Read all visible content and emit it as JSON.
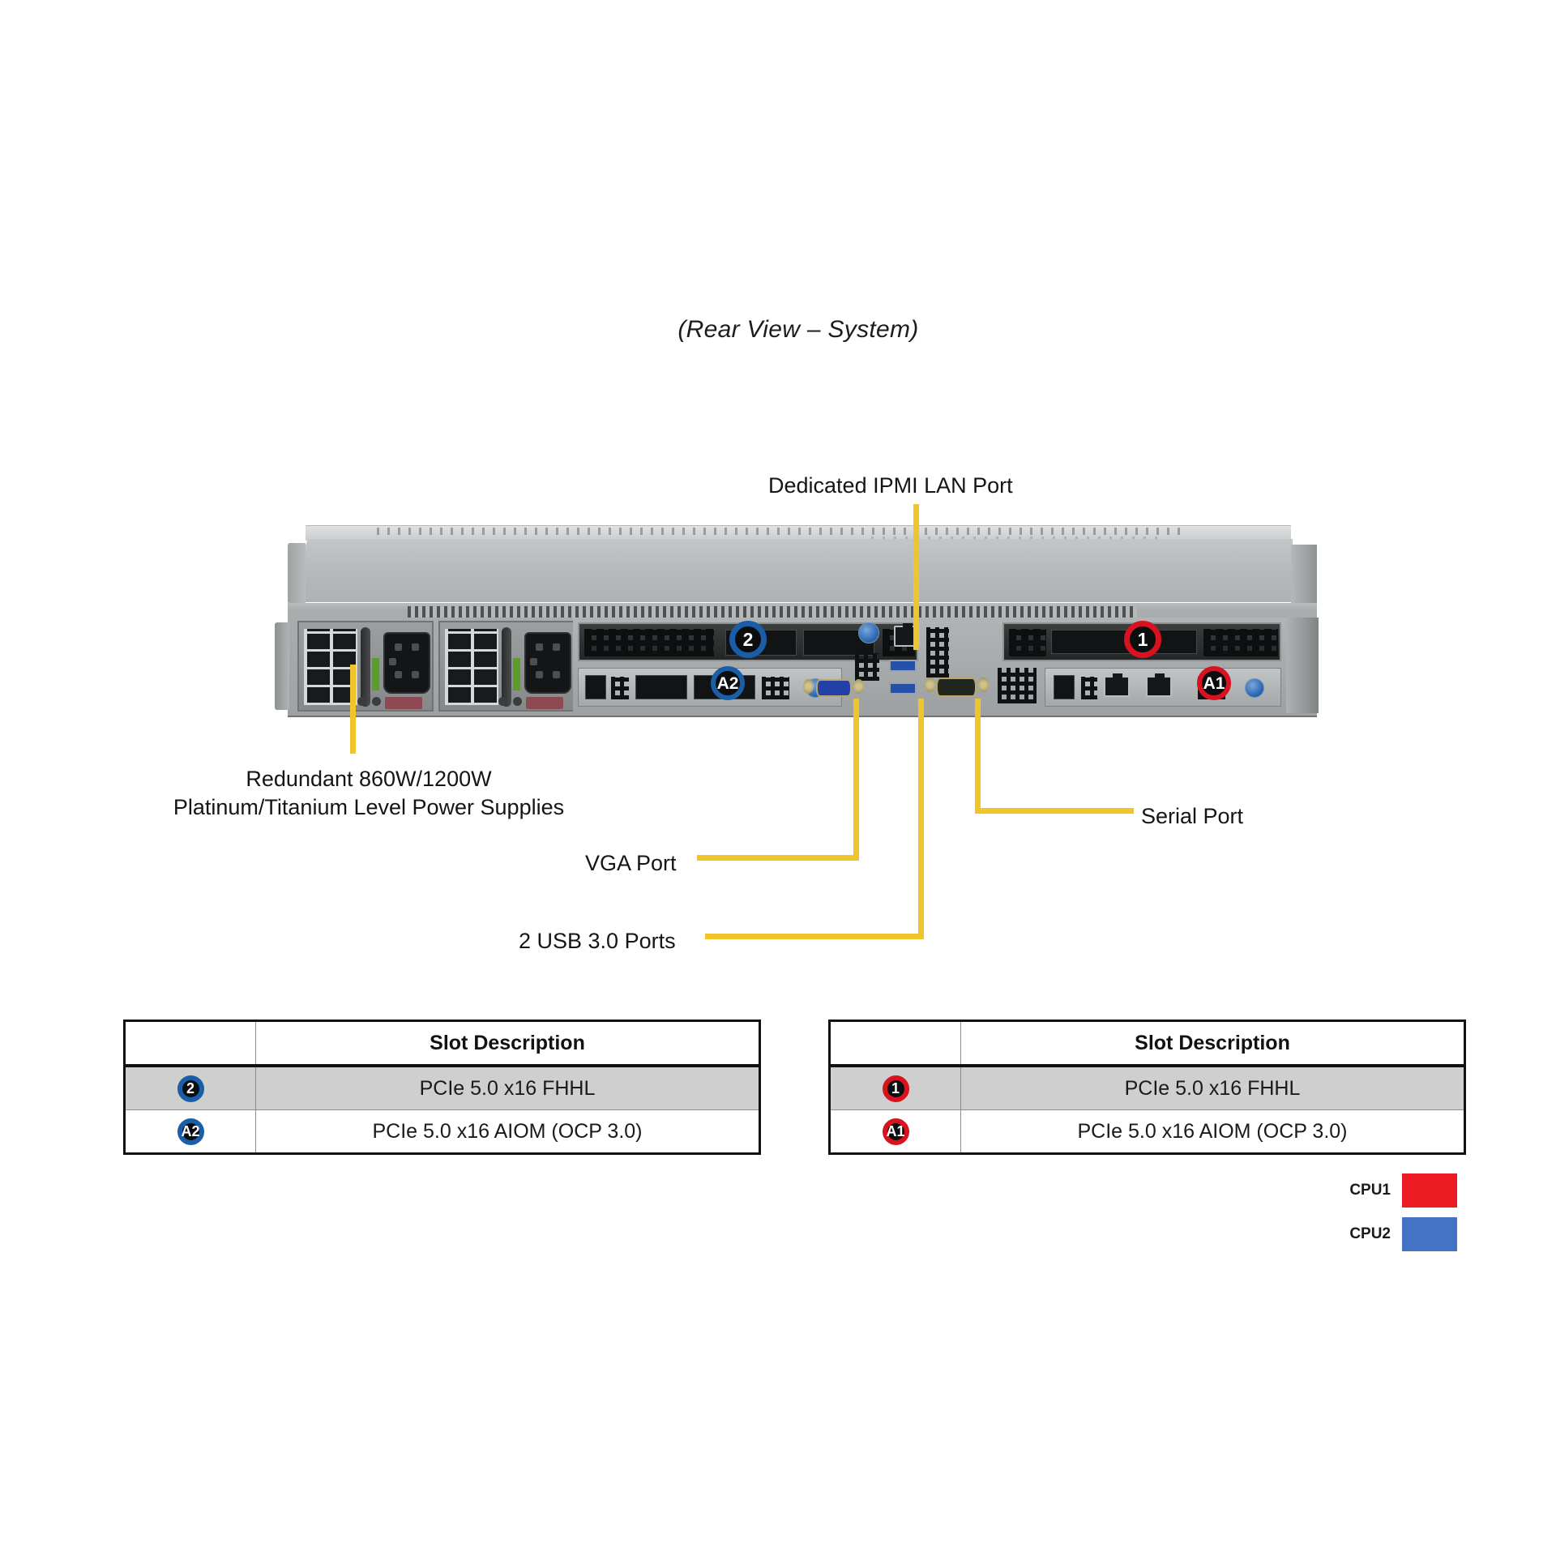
{
  "title": "(Rear View – System)",
  "callouts": {
    "ipmi": "Dedicated IPMI  LAN Port",
    "psu_line1": "Redundant  860W/1200W",
    "psu_line2": "Platinum/Titanium  Level Power Supplies",
    "serial": "Serial Port",
    "vga": "VGA Port",
    "usb": "2 USB 3.0 Ports"
  },
  "photo_badges": {
    "slot2": "2",
    "slotA2": "A2",
    "slot1": "1",
    "slotA1": "A1"
  },
  "tables": [
    {
      "name": "cpu2-slot-table",
      "header_blank": "",
      "header_title": "Slot Description",
      "rows": [
        {
          "badge": "2",
          "badge_color": "blue",
          "description": "PCIe 5.0 x16 FHHL"
        },
        {
          "badge": "A2",
          "badge_color": "blue",
          "description": "PCIe 5.0 x16 AIOM (OCP 3.0)"
        }
      ]
    },
    {
      "name": "cpu1-slot-table",
      "header_blank": "",
      "header_title": "Slot Description",
      "rows": [
        {
          "badge": "1",
          "badge_color": "red",
          "description": "PCIe 5.0 x16 FHHL"
        },
        {
          "badge": "A1",
          "badge_color": "red",
          "description": "PCIe 5.0 x16 AIOM (OCP 3.0)"
        }
      ]
    }
  ],
  "legend": {
    "items": [
      {
        "label": "CPU1",
        "color": "#ED1C24"
      },
      {
        "label": "CPU2",
        "color": "#4472C4"
      }
    ]
  },
  "colors": {
    "leader_line": "#EFC52B",
    "badge_blue": "#1B5EA8",
    "badge_red": "#D91220",
    "table_shade": "#CFCFCF"
  }
}
